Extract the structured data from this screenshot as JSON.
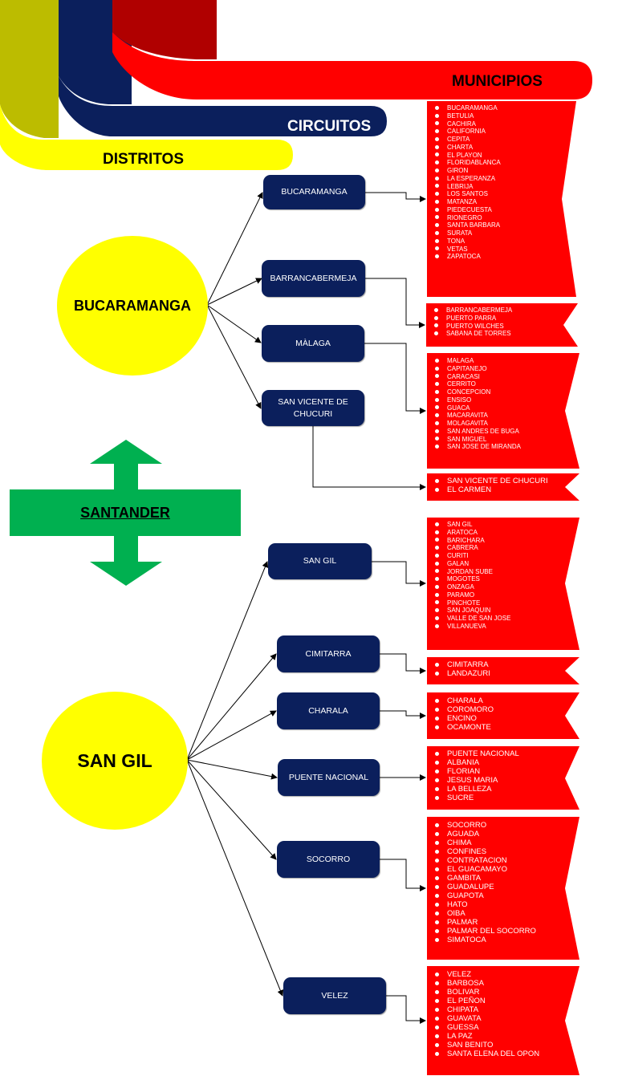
{
  "headers": {
    "municipios": "MUNICIPIOS",
    "circuitos": "CIRCUITOS",
    "distritos": "DISTRITOS"
  },
  "central": {
    "label": "SANTANDER"
  },
  "districts": [
    {
      "name": "BUCARAMANGA",
      "circuits": [
        {
          "name": "BUCARAMANGA",
          "municipios": [
            "BUCARAMANGA",
            "BETULIA",
            "CACHIRA",
            "CALIFORNIA",
            "CEPITA",
            "CHARTA",
            "EL PLAYON",
            "FLORIDABLANCA",
            "GIRON",
            "LA ESPERANZA",
            "LEBRIJA",
            "LOS SANTOS",
            "MATANZA",
            "PIEDECUESTA",
            "RIONEGRO",
            "SANTA BARBARA",
            "SURATA",
            "TONA",
            "VETAS",
            "ZAPATOCA"
          ]
        },
        {
          "name": "BARRANCABERMEJA",
          "municipios": [
            "BARRANCABERMEJA",
            "PUERTO PARRA",
            "PUERTO WILCHES",
            "SABANA  DE TORRES"
          ]
        },
        {
          "name": "MÀLAGA",
          "municipios": [
            "MALAGA",
            "CAPITANEJO",
            "CARACASI",
            "CERRITO",
            "CONCEPCION",
            "ENSISO",
            "GUACA",
            "MACARAVITA",
            "MOLAGAVITA",
            "SAN ANDRES DE BUGA",
            "SAN MIGUEL",
            "SAN JOSE DE MIRANDA"
          ]
        },
        {
          "name": "SAN VICENTE DE CHUCURI",
          "municipios": [
            "SAN VICENTE DE CHUCURI",
            "EL CARMEN"
          ]
        }
      ]
    },
    {
      "name": "SAN GIL",
      "circuits": [
        {
          "name": "SAN GIL",
          "municipios": [
            "SAN GIL",
            "ARATOCA",
            "BARICHARA",
            "CABRERA",
            "CURITI",
            "GALAN",
            "JORDAN SUBE",
            "MOGOTES",
            "ONZAGA",
            "PARAMO",
            "PINCHOTE",
            "SAN JOAQUIN",
            "VALLE DE SAN JOSE",
            "VILLANUEVA"
          ]
        },
        {
          "name": "CIMITARRA",
          "municipios": [
            "CIMITARRA",
            "LANDAZURI"
          ]
        },
        {
          "name": "CHARALA",
          "municipios": [
            "CHARALA",
            "COROMORO",
            "ENCINO",
            "OCAMONTE"
          ]
        },
        {
          "name": "PUENTE NACIONAL",
          "municipios": [
            "PUENTE NACIONAL",
            "ALBANIA",
            "FLORIAN",
            "JESUS MARIA",
            "LA BELLEZA",
            "SUCRE"
          ]
        },
        {
          "name": "SOCORRO",
          "municipios": [
            "SOCORRO",
            "AGUADA",
            "CHIMA",
            "CONFINES",
            "CONTRATACION",
            "EL GUACAMAYO",
            "GAMBITA",
            "GUADALUPE",
            "GUAPOTA",
            "HATO",
            "OIBA",
            "PALMAR",
            "PALMAR DEL SOCORRO",
            "SIMATOCA"
          ]
        },
        {
          "name": "VELEZ",
          "municipios": [
            "VELEZ",
            "BARBOSA",
            "BOLIVAR",
            "EL PEÑON",
            "CHIPATA",
            "GUAVATA",
            "GUESSA",
            "LA PAZ",
            "SAN BENITO",
            "SANTA ELENA DEL OPON"
          ]
        }
      ]
    }
  ],
  "colors": {
    "red": "#ff0000",
    "dark_red": "#b00000",
    "navy": "#0b1f5c",
    "olive": "#bcbc00",
    "yellow": "#ffff00",
    "green": "#00b050"
  }
}
